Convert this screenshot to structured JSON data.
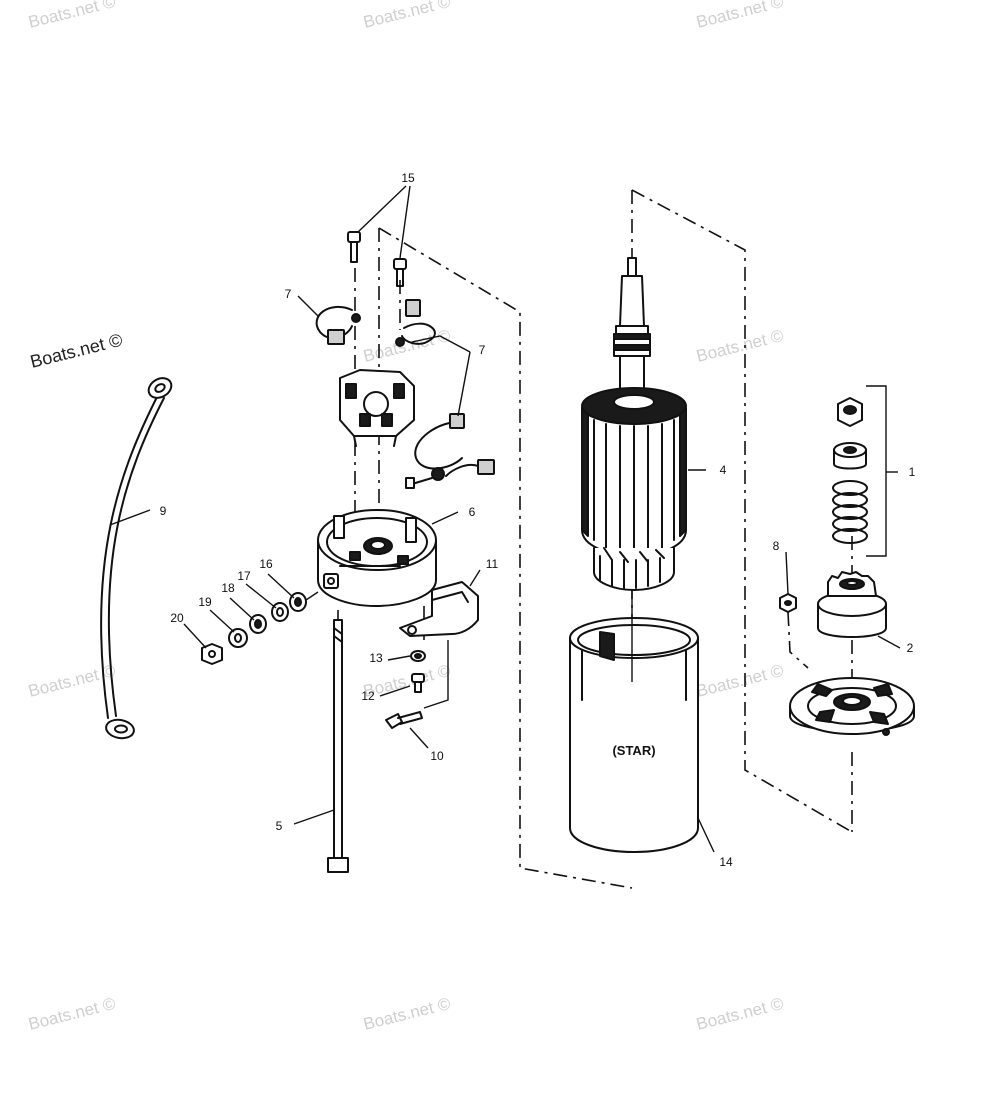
{
  "watermark": {
    "text": "Boats.net ©"
  },
  "diagram": {
    "inner_label": "(STAR)",
    "callouts": [
      "1",
      "2",
      "4",
      "5",
      "6",
      "7",
      "7",
      "8",
      "9",
      "10",
      "11",
      "12",
      "13",
      "14",
      "15",
      "16",
      "17",
      "18",
      "19",
      "20"
    ]
  }
}
